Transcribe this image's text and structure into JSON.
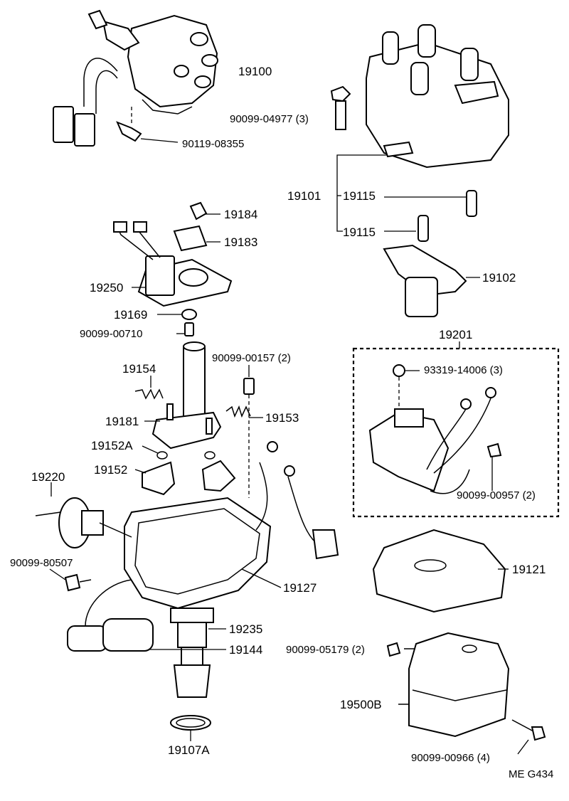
{
  "drawing_code": "ME G434",
  "parts": {
    "p19100": "19100",
    "p90119_08355": "90119-08355",
    "p90099_04977": "90099-04977 (3)",
    "p19101": "19101",
    "p19115_a": "19115",
    "p19115_b": "19115",
    "p19184": "19184",
    "p19183": "19183",
    "p19250": "19250",
    "p19102": "19102",
    "p19169": "19169",
    "p90099_00710": "90099-00710",
    "p19201": "19201",
    "p93319_14006": "93319-14006 (3)",
    "p90099_00157": "90099-00157 (2)",
    "p19154": "19154",
    "p19153": "19153",
    "p19181": "19181",
    "p19152A": "19152A",
    "p19152": "19152",
    "p19220": "19220",
    "p90099_00957": "90099-00957 (2)",
    "p90099_80507": "90099-80507",
    "p19121": "19121",
    "p19127": "19127",
    "p19235": "19235",
    "p19144": "19144",
    "p90099_05179": "90099-05179 (2)",
    "p19500B": "19500B",
    "p90099_00966": "90099-00966 (4)",
    "p19107A": "19107A"
  }
}
